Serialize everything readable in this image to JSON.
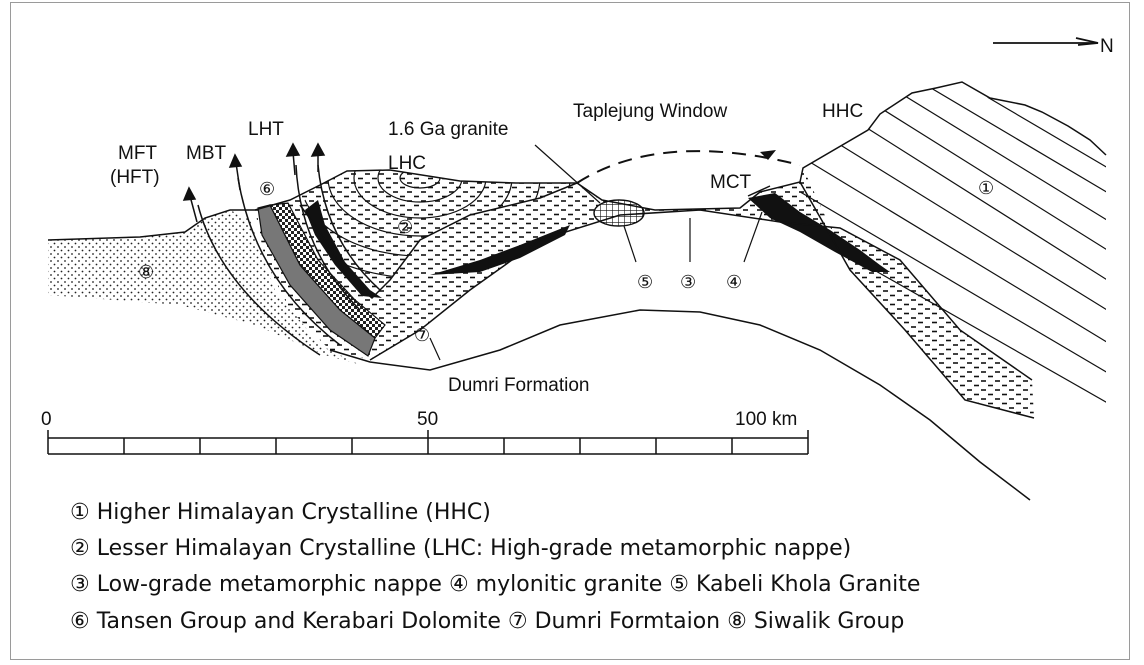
{
  "north_label": "N",
  "labels": {
    "window": "Taplejung Window",
    "hhc": "HHC",
    "granite": "1.6 Ga granite",
    "lht": "LHT",
    "mbt": "MBT",
    "mft": "MFT",
    "hft": "(HFT)",
    "lhc": "LHC",
    "mct": "MCT",
    "dumri": "Dumri Formation"
  },
  "unit_markers": [
    "①",
    "②",
    "③",
    "④",
    "⑤",
    "⑥",
    "⑦",
    "⑧"
  ],
  "scale": {
    "ticks": [
      "0",
      "50",
      "100 km"
    ]
  },
  "legend": [
    "① Higher Himalayan Crystalline (HHC)",
    "② Lesser Himalayan Crystalline (LHC: High-grade metamorphic nappe)",
    "③ Low-grade metamorphic nappe  ④ mylonitic granite  ⑤ Kabeli Khola Granite",
    "⑥ Tansen Group and Kerabari Dolomite  ⑦ Dumri Formtaion  ⑧ Siwalik Group"
  ]
}
